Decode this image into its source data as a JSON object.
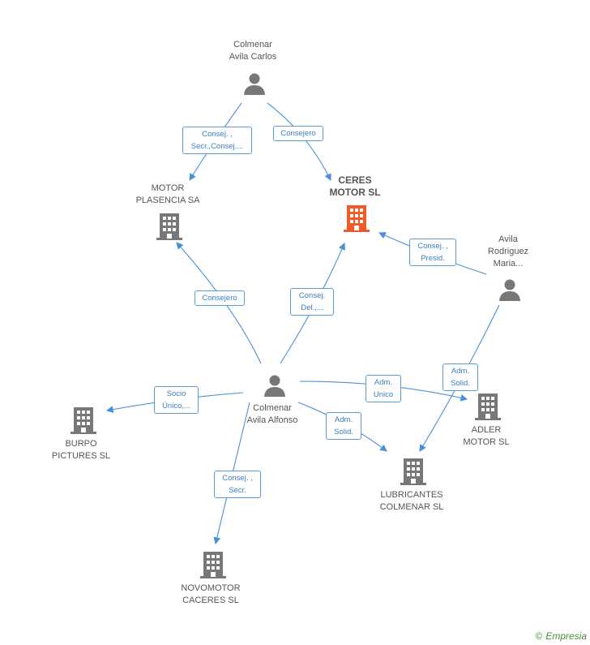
{
  "nodes": {
    "carlos": {
      "line1": "Colmenar",
      "line2": "Avila Carlos",
      "icon": "person-icon"
    },
    "ceres": {
      "line1": "CERES",
      "line2": "MOTOR SL",
      "icon": "building-icon",
      "color": "#f05a28"
    },
    "plasencia": {
      "line1": "MOTOR",
      "line2": "PLASENCIA SA",
      "icon": "building-icon"
    },
    "maria": {
      "line1": "Avila",
      "line2": "Rodriguez",
      "line3": "Maria...",
      "icon": "person-icon"
    },
    "alfonso": {
      "line1": "Colmenar",
      "line2": "Avila Alfonso",
      "icon": "person-icon"
    },
    "burpo": {
      "line1": "BURPO",
      "line2": "PICTURES SL",
      "icon": "building-icon"
    },
    "adler": {
      "line1": "ADLER",
      "line2": "MOTOR SL",
      "icon": "building-icon"
    },
    "lubricantes": {
      "line1": "LUBRICANTES",
      "line2": "COLMENAR SL",
      "icon": "building-icon"
    },
    "novomotor": {
      "line1": "NOVOMOTOR",
      "line2": "CACERES SL",
      "icon": "building-icon"
    }
  },
  "edges": {
    "carlos_plasencia": {
      "line1": "Consej. ,",
      "line2": "Secr.,Consej...."
    },
    "carlos_ceres": {
      "line1": "Consejero"
    },
    "maria_ceres": {
      "line1": "Consej. ,",
      "line2": "Presid."
    },
    "alfonso_plasencia": {
      "line1": "Consejero"
    },
    "alfonso_ceres": {
      "line1": "Consej.",
      "line2": "Del.,..."
    },
    "alfonso_burpo": {
      "line1": "Socio",
      "line2": "Único,..."
    },
    "alfonso_adler": {
      "line1": "Adm.",
      "line2": "Unico"
    },
    "maria_lubricantes": {
      "line1": "Adm.",
      "line2": "Solid."
    },
    "alfonso_lubricantes": {
      "line1": "Adm.",
      "line2": "Solid."
    },
    "alfonso_novomotor": {
      "line1": "Consej. ,",
      "line2": "Secr."
    }
  },
  "colors": {
    "edge": "#4a90d9",
    "icon": "#777777",
    "focus": "#f05a28"
  },
  "brand": {
    "copyright": "©",
    "name": "Empresia"
  }
}
